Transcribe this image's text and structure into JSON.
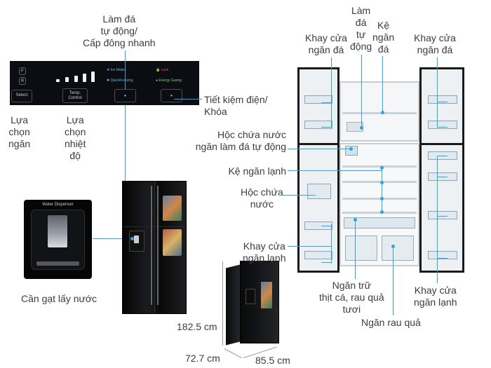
{
  "labels": {
    "ice_auto": [
      "Làm đá",
      "tự động/",
      "Cấp đông nhanh"
    ],
    "save_lock": [
      "Tiết kiệm điện/",
      "Khóa"
    ],
    "select_compartment": [
      "Lựa",
      "chọn",
      "ngăn"
    ],
    "select_temp": [
      "Lựa",
      "chọn",
      "nhiệt",
      "độ"
    ],
    "water_lever": "Cần gạt lấy nước",
    "height": "182.5 cm",
    "depth": "72.7 cm",
    "width": "85.5 cm",
    "ice_maker_top": [
      "Làm",
      "đá",
      "tự",
      "động"
    ],
    "ice_shelf": [
      "Kệ",
      "ngăn",
      "đá"
    ],
    "freezer_tray_left": [
      "Khay cửa",
      "ngăn đá"
    ],
    "freezer_tray_right": [
      "Khay cửa",
      "ngăn đá"
    ],
    "ice_water_box": [
      "Hộc chứa nước",
      "ngăn làm đá tự động"
    ],
    "fridge_shelf": "Kệ ngăn lạnh",
    "water_box": [
      "Hộc chứa",
      "nước"
    ],
    "fridge_tray_left": [
      "Khay cửa",
      "ngăn lạnh"
    ],
    "fish_meat": [
      "Ngăn trữ",
      "thịt cá, rau quả",
      "tươi"
    ],
    "veg": "Ngăn rau quả",
    "fridge_tray_right": [
      "Khay cửa",
      "ngăn lạnh"
    ]
  },
  "panel": {
    "f": "F",
    "r": "R",
    "select_btn": "Select",
    "temp_btn": "Temp. Control",
    "ice_maker": "Ice Maker",
    "lock": "Lock",
    "quick_freezing": "QuickFreezing",
    "energy_saving": "Energy Saving"
  },
  "dispenser_title": "Water Dispenser",
  "colors": {
    "accent": "#2aa6e0",
    "panel": "#0c0d12",
    "text": "#3c3c3c"
  }
}
